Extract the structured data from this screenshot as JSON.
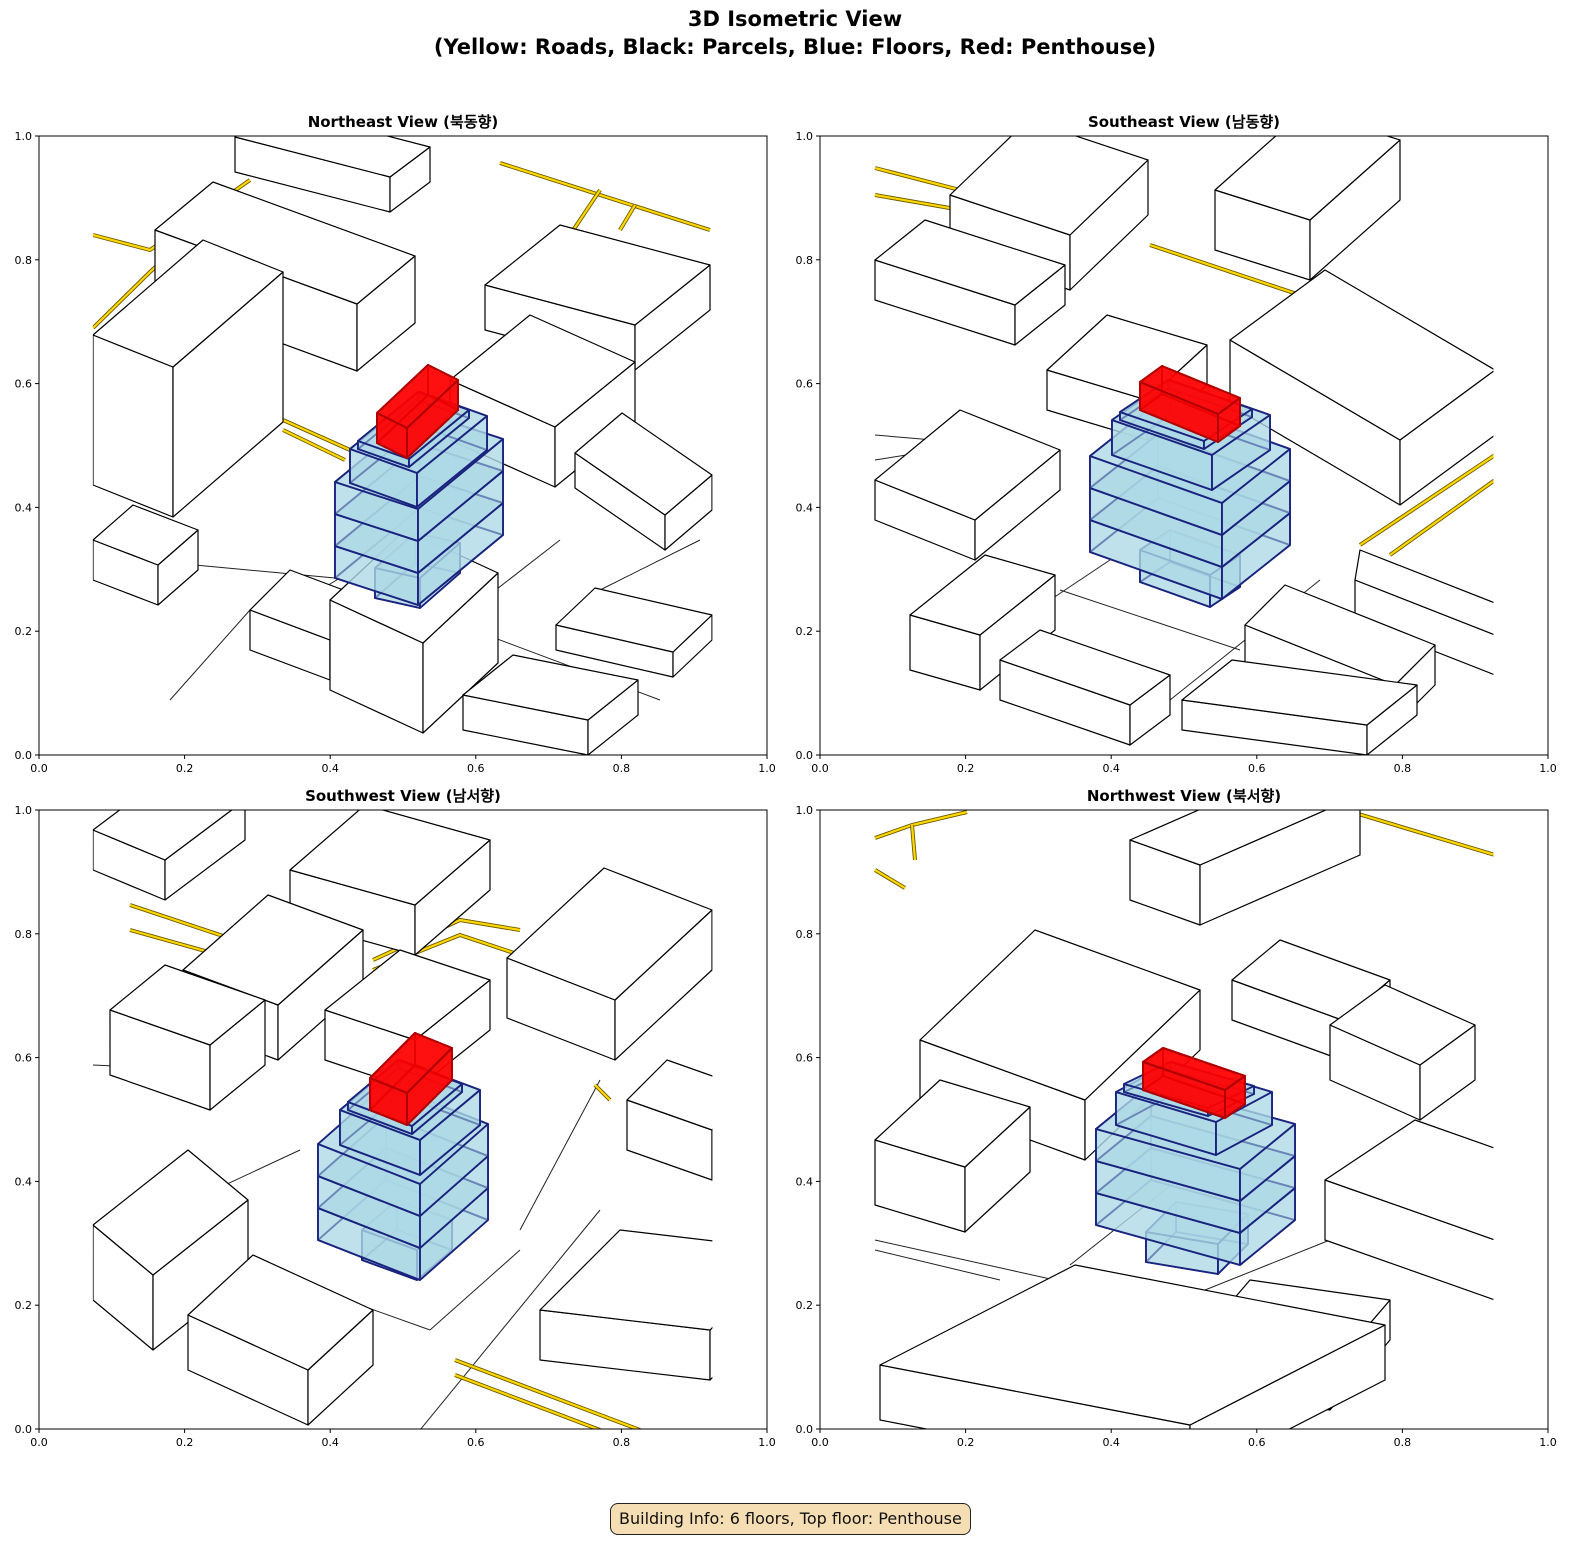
{
  "figure": {
    "title_line1": "3D Isometric View",
    "title_line2": "(Yellow: Roads, Black: Parcels, Blue: Floors, Red: Penthouse)",
    "info_box": "Building Info: 6 floors, Top floor: Penthouse"
  },
  "axes_ticks": [
    "0.0",
    "0.2",
    "0.4",
    "0.6",
    "0.8",
    "1.0"
  ],
  "panels": [
    {
      "id": "ne",
      "title": "Northeast View (북동향)"
    },
    {
      "id": "se",
      "title": "Southeast View (남동향)"
    },
    {
      "id": "sw",
      "title": "Southwest View (남서향)"
    },
    {
      "id": "nw",
      "title": "Northwest View (북서향)"
    }
  ],
  "colors": {
    "road": "#ffd700",
    "road_edge": "#6b5a00",
    "parcel": "#000000",
    "floor_fill": "#add8e6",
    "floor_edge": "#1a237e",
    "penthouse_fill": "#ff0000",
    "penthouse_edge": "#b00000"
  },
  "building": {
    "floors": 6,
    "top_floor": "Penthouse"
  }
}
